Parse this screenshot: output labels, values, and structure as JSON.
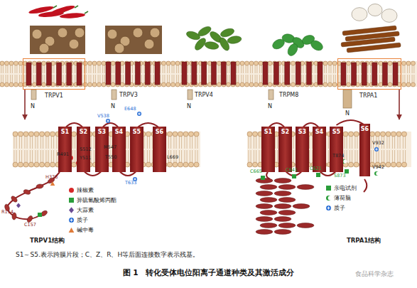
{
  "diagram": {
    "caption": "图 1　转化受体电位阳离子通道种类及其激活成分",
    "nodes": [
      {
        "text": [
          "TRPV1"
        ]
      },
      {
        "text": [
          "TRPV3"
        ]
      },
      {
        "text": [
          "TRPV4"
        ]
      },
      {
        "text": [
          "TRPM8"
        ]
      },
      {
        "text": [
          "TRPA1"
        ]
      },
      {
        "text": [
          "TRPV1结构"
        ]
      },
      {
        "text": [
          "S1"
        ],
        "in": 5
      },
      {
        "text": [
          "S2"
        ],
        "in": 5
      },
      {
        "text": [
          "S3"
        ],
        "in": 5
      },
      {
        "text": [
          "S4"
        ],
        "in": 5
      },
      {
        "text": [
          "S5"
        ],
        "in": 5
      },
      {
        "text": [
          "S6"
        ],
        "in": 5
      },
      {
        "text": [
          "TRPA1结构"
        ]
      },
      {
        "text": [
          "S1"
        ],
        "in": 12
      },
      {
        "text": [
          "S2"
        ],
        "in": 12
      },
      {
        "text": [
          "S3"
        ],
        "in": 12
      },
      {
        "text": [
          "S4"
        ],
        "in": 12
      },
      {
        "text": [
          "S5"
        ],
        "in": 12
      },
      {
        "text": [
          "S6"
        ],
        "in": 12
      }
    ],
    "edges": [
      {
        "from": 0,
        "to": 5,
        "arrow": "to"
      },
      {
        "from": 4,
        "to": 12,
        "arrow": "to"
      }
    ],
    "labels": [
      "N",
      "N",
      "N",
      "N",
      "N",
      "R491",
      "S512",
      "Y511",
      "M547",
      "T550",
      "V538",
      "E648",
      "T633",
      "L669",
      "H378",
      "R114",
      "C157",
      "C665",
      "C641",
      "C621",
      "T874",
      "S873",
      "V932",
      "V942",
      "S1～S5.表示跨膜片段；C、Z、R、H等后面连接数字表示残基。",
      "食品科学杂志"
    ],
    "legend": [
      {
        "text": "辣椒素"
      },
      {
        "text": "异硫氰酸烯丙酯"
      },
      {
        "text": "大蒜素"
      },
      {
        "text": "质子"
      },
      {
        "text": "碱中毒"
      },
      {
        "text": "亲电试剂"
      },
      {
        "text": "薄荷脑"
      },
      {
        "text": "质子"
      }
    ]
  }
}
